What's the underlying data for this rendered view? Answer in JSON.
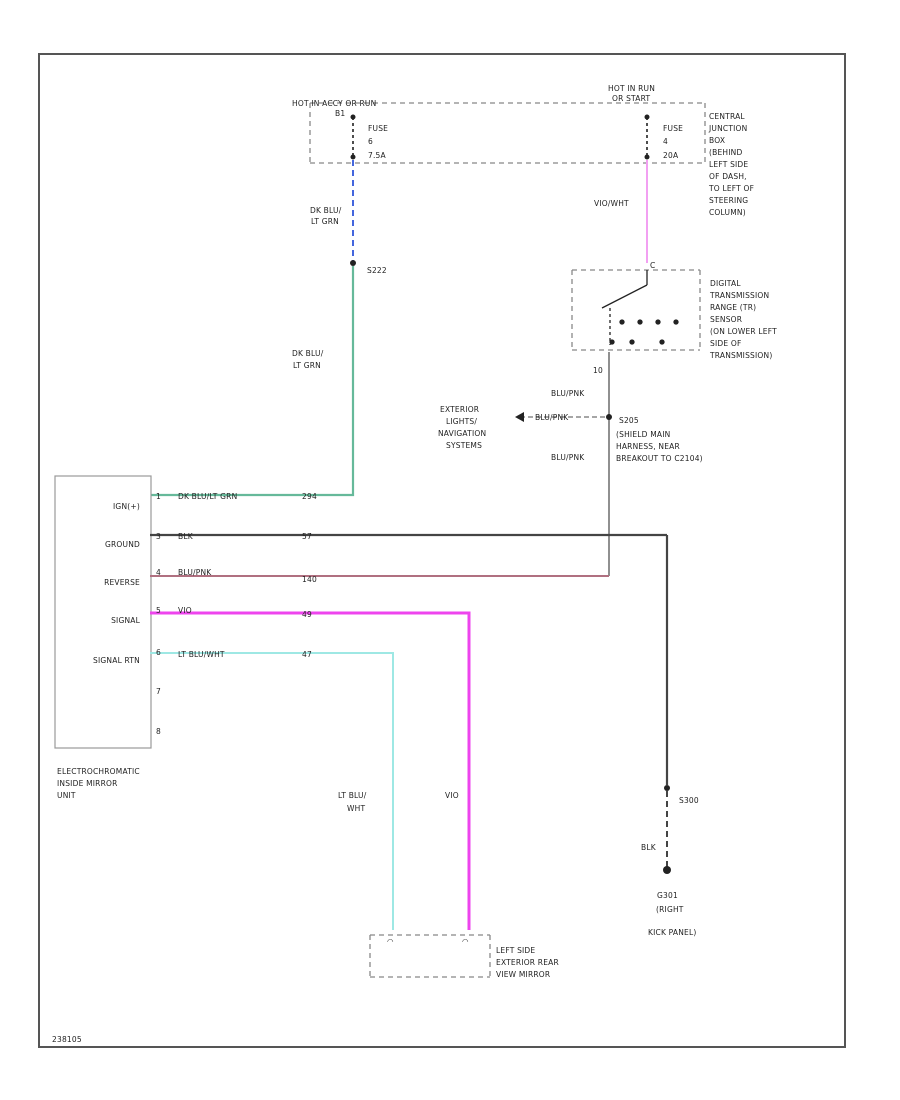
{
  "fuses": {
    "left_box_label": "HOT IN ACCY OR RUN",
    "left_bus": "B1",
    "left_fuse_name": "FUSE",
    "left_fuse_number": "6",
    "left_fuse_rating": "7.5A",
    "right_box_label": [
      "HOT IN RUN",
      "OR START"
    ],
    "right_fuse_name": "FUSE",
    "right_fuse_number": "4",
    "right_fuse_rating": "20A",
    "cjb_label": [
      "CENTRAL",
      "JUNCTION",
      "BOX",
      "(BEHIND",
      "LEFT SIDE",
      "OF DASH,",
      "TO LEFT OF",
      "STEERING",
      "COLUMN)"
    ]
  },
  "wires": {
    "dk_blu_lt_grn_top": [
      "DK BLU/",
      "LT GRN"
    ],
    "splice_top": "S222",
    "dk_blu_lt_grn_mid": [
      "DK BLU/",
      "LT GRN"
    ],
    "vio_wht": "VIO/WHT",
    "blu_pnk_1": "BLU/PNK",
    "blu_pnk_2": "BLU/PNK",
    "blu_pnk_arrow": "BLU/PNK",
    "blu_pnk_3": "BLU/PNK",
    "lt_blu_wht_vert": [
      "LT BLU/",
      "WHT"
    ],
    "vio_vert": "VIO",
    "blk_ground": "BLK"
  },
  "trs": {
    "label": [
      "DIGITAL",
      "TRANSMISSION",
      "RANGE (TR)",
      "SENSOR",
      "(ON LOWER LEFT",
      "SIDE OF",
      "TRANSMISSION)"
    ],
    "pin_out": "10",
    "pin_in": "C"
  },
  "exterior": {
    "label": [
      "EXTERIOR",
      "LIGHTS/",
      "NAVIGATION",
      "SYSTEMS"
    ]
  },
  "splice_s205": {
    "id": "S205",
    "label": [
      "(SHIELD MAIN",
      "HARNESS, NEAR",
      "BREAKOUT TO C2104)"
    ]
  },
  "mirror_unit": {
    "pins": [
      {
        "name": "IGN(+)",
        "num": "1",
        "color": "DK BLU/LT GRN",
        "circuit": "294"
      },
      {
        "name": "GROUND",
        "num": "3",
        "color": "BLK",
        "circuit": "57"
      },
      {
        "name": "REVERSE",
        "num": "4",
        "color": "BLU/PNK",
        "circuit": "140"
      },
      {
        "name": "SIGNAL",
        "num": "5",
        "color": "VIO",
        "circuit": "49"
      },
      {
        "name": "SIGNAL RTN",
        "num": "6",
        "color": "LT BLU/WHT",
        "circuit": "47"
      }
    ],
    "extra_pins": [
      "7",
      "8"
    ],
    "label": [
      "ELECTROCHROMATIC",
      "INSIDE MIRROR",
      "UNIT"
    ]
  },
  "ground": {
    "splice": "S300",
    "wire": "BLK",
    "id": "G301",
    "location": [
      "(RIGHT",
      "KICK PANEL)"
    ]
  },
  "rear_mirror": {
    "label": [
      "LEFT SIDE",
      "EXTERIOR REAR",
      "VIEW MIRROR"
    ]
  },
  "figure_id": "238105",
  "colors": {
    "dk_blu_lt_grn": "#66b99a",
    "blue_dash": "#4466dd",
    "vio_wht": "#f2a0f2",
    "blu_pnk": "#b07080",
    "blk": "#444444",
    "vio": "#ee44ee",
    "lt_blu_wht": "#9ee8e4",
    "grey": "#909090"
  }
}
